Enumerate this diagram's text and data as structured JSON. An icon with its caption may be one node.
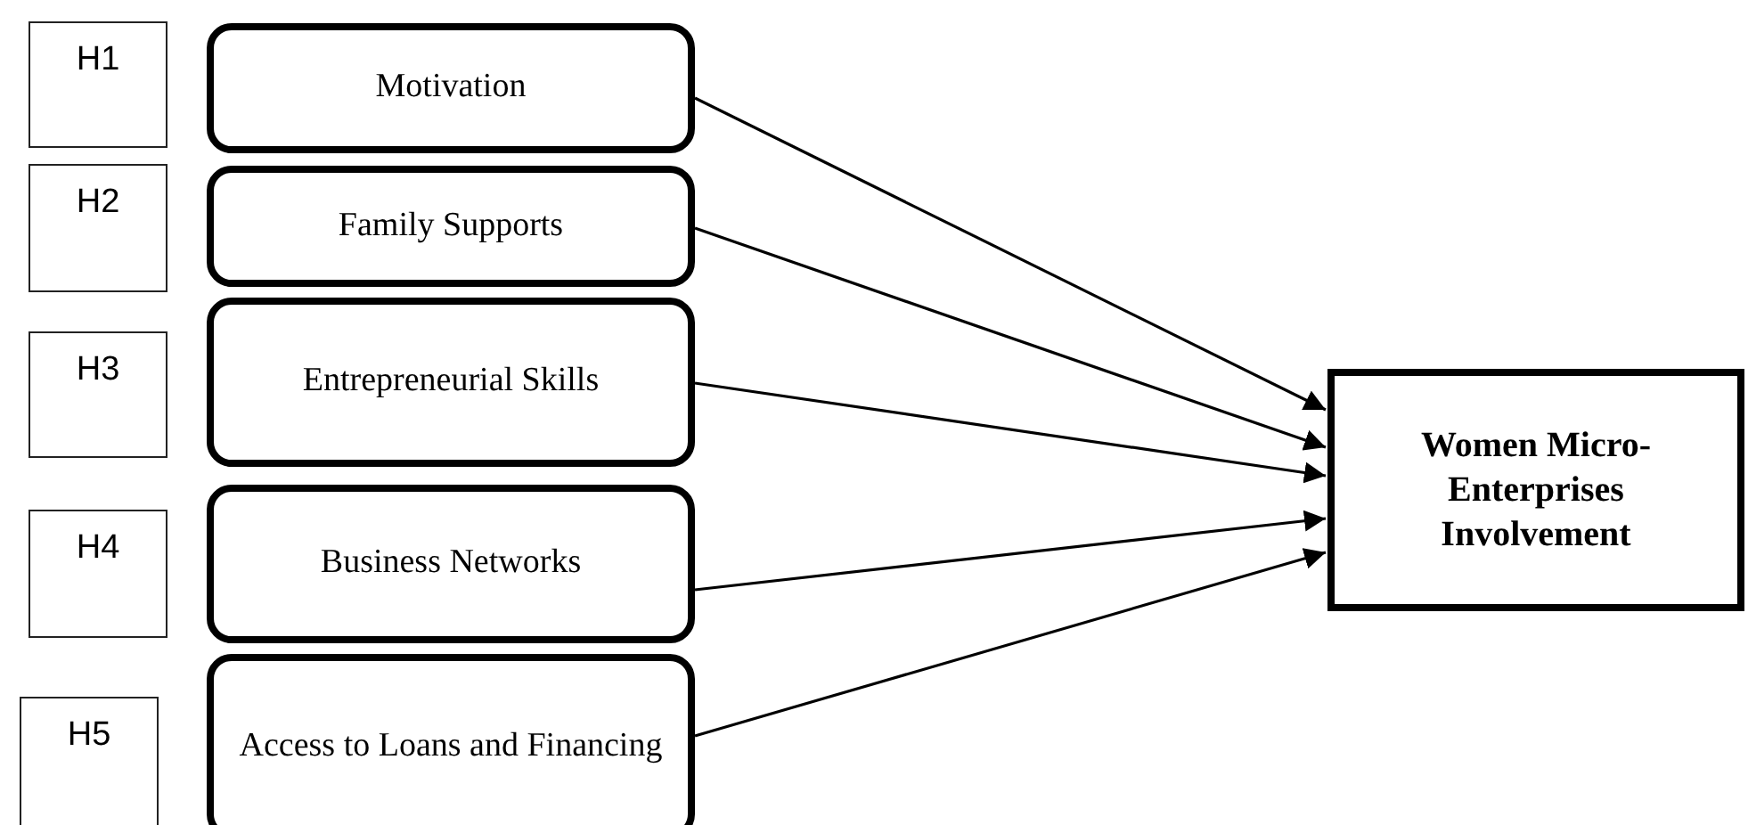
{
  "diagram": {
    "nodes": [
      {
        "text": [
          "H1"
        ]
      },
      {
        "text": [
          "Motivation"
        ]
      },
      {
        "text": [
          "H2"
        ]
      },
      {
        "text": [
          "Family Supports"
        ]
      },
      {
        "text": [
          "H3"
        ]
      },
      {
        "text": [
          "Entrepreneurial Skills"
        ]
      },
      {
        "text": [
          "H4"
        ]
      },
      {
        "text": [
          "Business Networks"
        ]
      },
      {
        "text": [
          "H5"
        ]
      },
      {
        "text": [
          "Access to Loans and Financing"
        ]
      },
      {
        "text": [
          "Women Micro-Enterprises Involvement"
        ]
      }
    ],
    "edges": [
      {
        "from": 1,
        "to": 10,
        "arrow": "to"
      },
      {
        "from": 3,
        "to": 10,
        "arrow": "to"
      },
      {
        "from": 5,
        "to": 10,
        "arrow": "to"
      },
      {
        "from": 7,
        "to": 10,
        "arrow": "to"
      },
      {
        "from": 9,
        "to": 10,
        "arrow": "to"
      }
    ]
  }
}
